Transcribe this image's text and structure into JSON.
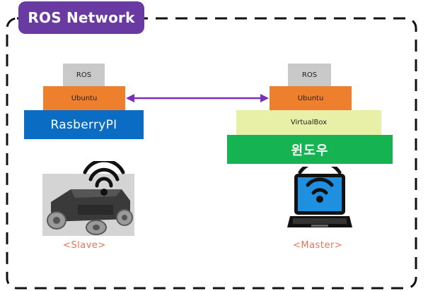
{
  "network": {
    "title": "ROS Network"
  },
  "slave": {
    "stack": {
      "ros": "ROS",
      "os": "Ubuntu",
      "device": "RasberryPI"
    },
    "caption": "<Slave>",
    "image": "robot-car-with-wifi"
  },
  "master": {
    "stack": {
      "ros": "ROS",
      "os": "Ubuntu",
      "vm": "VirtualBox",
      "host": "윈도우"
    },
    "caption": "<Master>",
    "image": "laptop-with-wifi"
  },
  "colors": {
    "badge": "#6a3aa3",
    "ros": "#c9c9c9",
    "ubuntu": "#ee7f2d",
    "raspberry": "#0a6cc2",
    "virtualbox": "#e8f0a8",
    "windows": "#16b352",
    "link": "#7b2fb5",
    "caption": "#e8735a"
  },
  "connection": {
    "type": "bidirectional-arrow",
    "between": [
      "slave.os",
      "master.os"
    ]
  }
}
